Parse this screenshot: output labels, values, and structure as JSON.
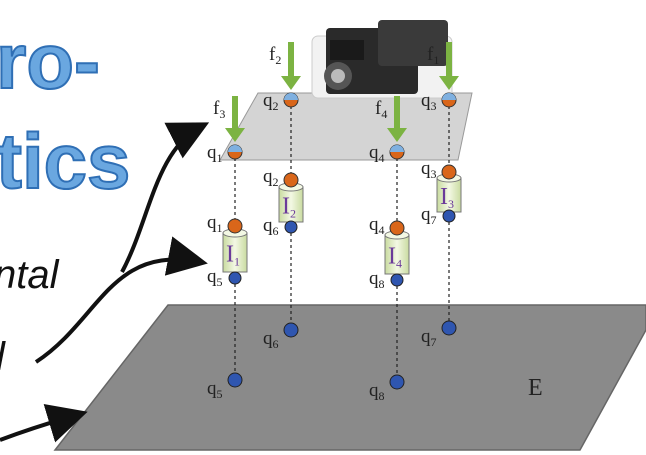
{
  "title_fragments": {
    "line1": "ro-",
    "line2": "tics"
  },
  "captions": {
    "cap1": "ntal",
    "cap2": "l"
  },
  "env_label": "E",
  "forces": [
    {
      "base": "f",
      "sub": "1"
    },
    {
      "base": "f",
      "sub": "2"
    },
    {
      "base": "f",
      "sub": "3"
    },
    {
      "base": "f",
      "sub": "4"
    }
  ],
  "inertias": [
    {
      "base": "I",
      "sub": "1"
    },
    {
      "base": "I",
      "sub": "2"
    },
    {
      "base": "I",
      "sub": "3"
    },
    {
      "base": "I",
      "sub": "4"
    }
  ],
  "q_labels": {
    "plate": [
      {
        "base": "q",
        "sub": "2"
      },
      {
        "base": "q",
        "sub": "3"
      },
      {
        "base": "q",
        "sub": "1"
      },
      {
        "base": "q",
        "sub": "4"
      }
    ],
    "upper": [
      {
        "base": "q",
        "sub": "2"
      },
      {
        "base": "q",
        "sub": "3"
      },
      {
        "base": "q",
        "sub": "1"
      },
      {
        "base": "q",
        "sub": "4"
      }
    ],
    "lower": [
      {
        "base": "q",
        "sub": "6"
      },
      {
        "base": "q",
        "sub": "7"
      },
      {
        "base": "q",
        "sub": "5"
      },
      {
        "base": "q",
        "sub": "8"
      }
    ],
    "ground": [
      {
        "base": "q",
        "sub": "6"
      },
      {
        "base": "q",
        "sub": "7"
      },
      {
        "base": "q",
        "sub": "5"
      },
      {
        "base": "q",
        "sub": "8"
      }
    ]
  },
  "colors": {
    "title_fill": "#6aa7e0",
    "plate": "#d4d4d4",
    "ground": "#8a8a8a",
    "force_arrow": "#7cb342",
    "upper_node": "#d9661a",
    "lower_node": "#2f56b0",
    "cylinder": "#e6f0c8",
    "inertia_text": "#6b3a9a"
  }
}
